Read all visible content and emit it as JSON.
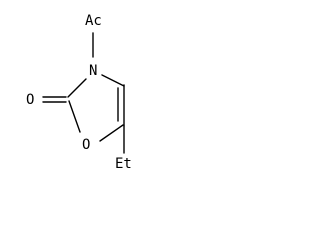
{
  "molecule": {
    "atoms": {
      "acetyl": "Ac",
      "nitrogen": "N",
      "carbonyl_oxygen": "O",
      "ring_oxygen": "O",
      "ethyl": "Et"
    }
  }
}
